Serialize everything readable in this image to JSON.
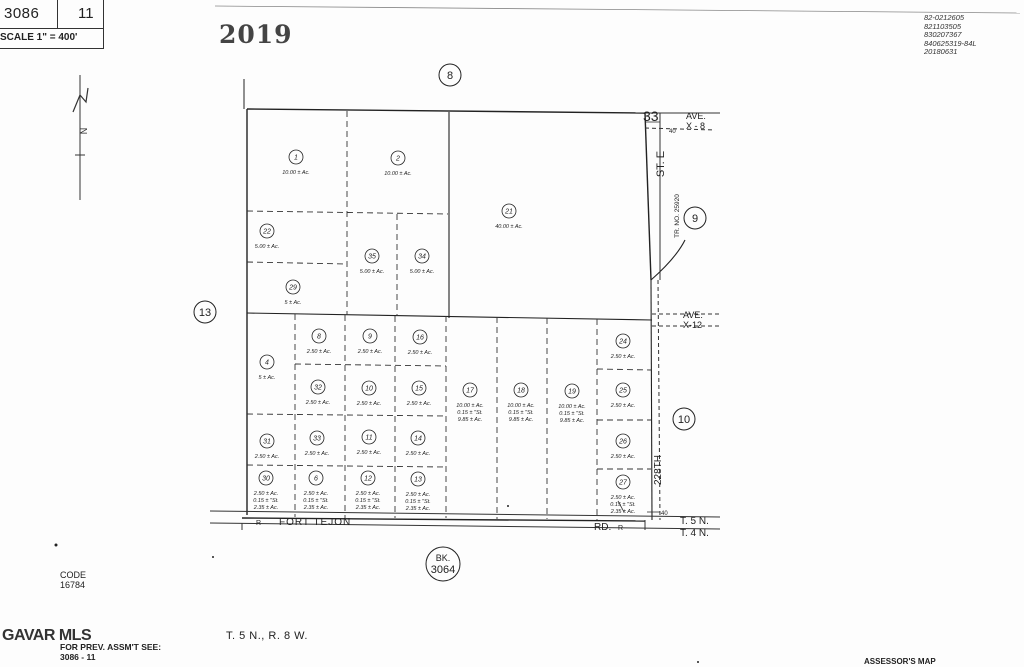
{
  "header": {
    "map_number": "3086",
    "page": "11",
    "scale": "SCALE 1\" =  400'"
  },
  "year": "2019",
  "doc_numbers": [
    "82-0212605",
    "821103505",
    "830207367",
    "840625319-84L",
    "20180631"
  ],
  "north_label": "N",
  "section_numbers": [
    "8",
    "9",
    "10",
    "13"
  ],
  "book_ref": {
    "line1": "BK.",
    "line2": "3064"
  },
  "road_labels": {
    "ave_x8": {
      "line1": "AVE.",
      "line2": "X - 8"
    },
    "ave_x12": {
      "line1": "AVE.",
      "line2": "X-12"
    },
    "st_e": "ST. E",
    "tr_no": "TR.    NO. 25920",
    "street_228th": "228TH",
    "fort_tejon": "FORT   TEJON",
    "rd": "RD.",
    "t5n": "T. 5 N.",
    "t4n": "T. 4 N.",
    "corner_33": "33",
    "dim_40_top": "40",
    "dim_40_bottom": "40",
    "r_left": "R",
    "r_right": "R"
  },
  "parcels": [
    {
      "id": "1",
      "acres": [
        "10.00 ± Ac."
      ]
    },
    {
      "id": "2",
      "acres": [
        "10.00 ± Ac."
      ]
    },
    {
      "id": "21",
      "acres": [
        "40.00 ± Ac."
      ]
    },
    {
      "id": "22",
      "acres": [
        "5.00 ± Ac."
      ]
    },
    {
      "id": "35",
      "acres": [
        "5.00 ± Ac."
      ]
    },
    {
      "id": "34",
      "acres": [
        "5.00 ± Ac."
      ]
    },
    {
      "id": "29",
      "acres": [
        "5 ± Ac."
      ]
    },
    {
      "id": "4",
      "acres": [
        "5 ± Ac."
      ]
    },
    {
      "id": "8",
      "acres": [
        "2.50 ± Ac."
      ]
    },
    {
      "id": "9",
      "acres": [
        "2.50 ± Ac."
      ]
    },
    {
      "id": "16",
      "acres": [
        "2.50 ± Ac."
      ]
    },
    {
      "id": "32",
      "acres": [
        "2.50 ± Ac."
      ]
    },
    {
      "id": "10",
      "acres": [
        "2.50 ± Ac."
      ]
    },
    {
      "id": "15",
      "acres": [
        "2.50 ± Ac."
      ]
    },
    {
      "id": "17",
      "acres": [
        "10.00 ± Ac.",
        "0.15 ± \"St.",
        "9.85 ± Ac."
      ]
    },
    {
      "id": "18",
      "acres": [
        "10.00 ± Ac.",
        "0.15 ± \"St.",
        "9.85 ± Ac."
      ]
    },
    {
      "id": "19",
      "acres": [
        "10.00 ± Ac.",
        "0.15 ± \"St.",
        "9.85 ± Ac."
      ]
    },
    {
      "id": "24",
      "acres": [
        "2.50 ± Ac."
      ]
    },
    {
      "id": "25",
      "acres": [
        "2.50 ± Ac."
      ]
    },
    {
      "id": "31",
      "acres": [
        "2.50 ± Ac."
      ]
    },
    {
      "id": "33",
      "acres": [
        "2.50 ± Ac."
      ]
    },
    {
      "id": "11",
      "acres": [
        "2.50 ± Ac."
      ]
    },
    {
      "id": "14",
      "acres": [
        "2.50 ± Ac."
      ]
    },
    {
      "id": "26",
      "acres": [
        "2.50 ± Ac."
      ]
    },
    {
      "id": "30",
      "acres": [
        "2.50 ± Ac.",
        "0.15 ± \"St.",
        "2.35 ± Ac."
      ]
    },
    {
      "id": "6",
      "acres": [
        "2.50 ± Ac.",
        "0.15 ± \"St.",
        "2.35 ± Ac."
      ]
    },
    {
      "id": "12",
      "acres": [
        "2.50 ± Ac.",
        "0.15 ± \"St.",
        "2.35 ± Ac."
      ]
    },
    {
      "id": "13",
      "acres": [
        "2.50 ± Ac.",
        "0.15 ± \"St.",
        "2.35 ± Ac."
      ]
    },
    {
      "id": "27",
      "acres": [
        "2.50 ± Ac.",
        "0.15 ± \"St.",
        "2.35 ± Ac."
      ]
    }
  ],
  "code": {
    "label": "CODE",
    "value": "16784"
  },
  "watermark": "GAVAR MLS",
  "prev_assmt": {
    "line1": "FOR PREV. ASSM'T SEE:",
    "line2": "3086 - 11"
  },
  "township": "T. 5 N., R. 8 W.",
  "assessor": "ASSESSOR'S MAP"
}
